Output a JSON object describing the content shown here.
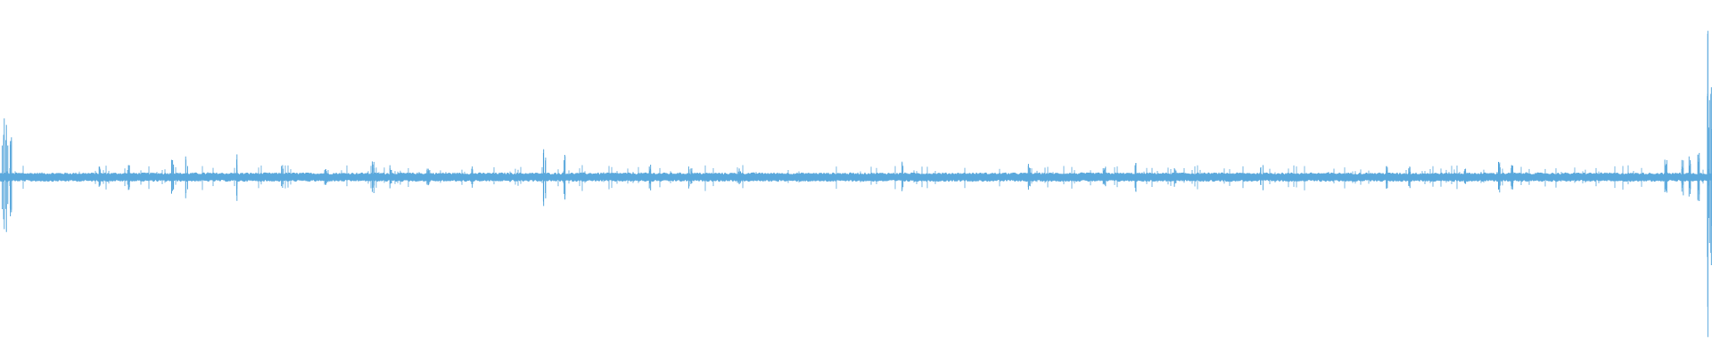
{
  "waveform": {
    "color": "#5aa8dc",
    "background": "#ffffff",
    "baseline_amplitude": 0.025,
    "peaks": [
      {
        "position": 0.002,
        "amplitude": 0.34
      },
      {
        "position": 0.004,
        "amplitude": 0.3
      },
      {
        "position": 0.006,
        "amplitude": 0.26
      },
      {
        "position": 0.058,
        "amplitude": 0.06
      },
      {
        "position": 0.075,
        "amplitude": 0.07
      },
      {
        "position": 0.101,
        "amplitude": 0.1
      },
      {
        "position": 0.109,
        "amplitude": 0.12
      },
      {
        "position": 0.138,
        "amplitude": 0.13
      },
      {
        "position": 0.165,
        "amplitude": 0.08
      },
      {
        "position": 0.19,
        "amplitude": 0.05
      },
      {
        "position": 0.218,
        "amplitude": 0.1
      },
      {
        "position": 0.228,
        "amplitude": 0.08
      },
      {
        "position": 0.25,
        "amplitude": 0.06
      },
      {
        "position": 0.276,
        "amplitude": 0.06
      },
      {
        "position": 0.318,
        "amplitude": 0.18
      },
      {
        "position": 0.33,
        "amplitude": 0.14
      },
      {
        "position": 0.38,
        "amplitude": 0.07
      },
      {
        "position": 0.403,
        "amplitude": 0.06
      },
      {
        "position": 0.432,
        "amplitude": 0.05
      },
      {
        "position": 0.527,
        "amplitude": 0.09
      },
      {
        "position": 0.601,
        "amplitude": 0.08
      },
      {
        "position": 0.645,
        "amplitude": 0.07
      },
      {
        "position": 0.663,
        "amplitude": 0.1
      },
      {
        "position": 0.686,
        "amplitude": 0.06
      },
      {
        "position": 0.737,
        "amplitude": 0.09
      },
      {
        "position": 0.81,
        "amplitude": 0.07
      },
      {
        "position": 0.823,
        "amplitude": 0.06
      },
      {
        "position": 0.856,
        "amplitude": 0.05
      },
      {
        "position": 0.876,
        "amplitude": 0.09
      },
      {
        "position": 0.883,
        "amplitude": 0.08
      },
      {
        "position": 0.973,
        "amplitude": 0.12
      },
      {
        "position": 0.983,
        "amplitude": 0.1
      },
      {
        "position": 0.987,
        "amplitude": 0.12
      },
      {
        "position": 0.992,
        "amplitude": 0.14
      },
      {
        "position": 0.997,
        "amplitude": 0.9
      },
      {
        "position": 0.999,
        "amplitude": 0.52
      }
    ]
  }
}
